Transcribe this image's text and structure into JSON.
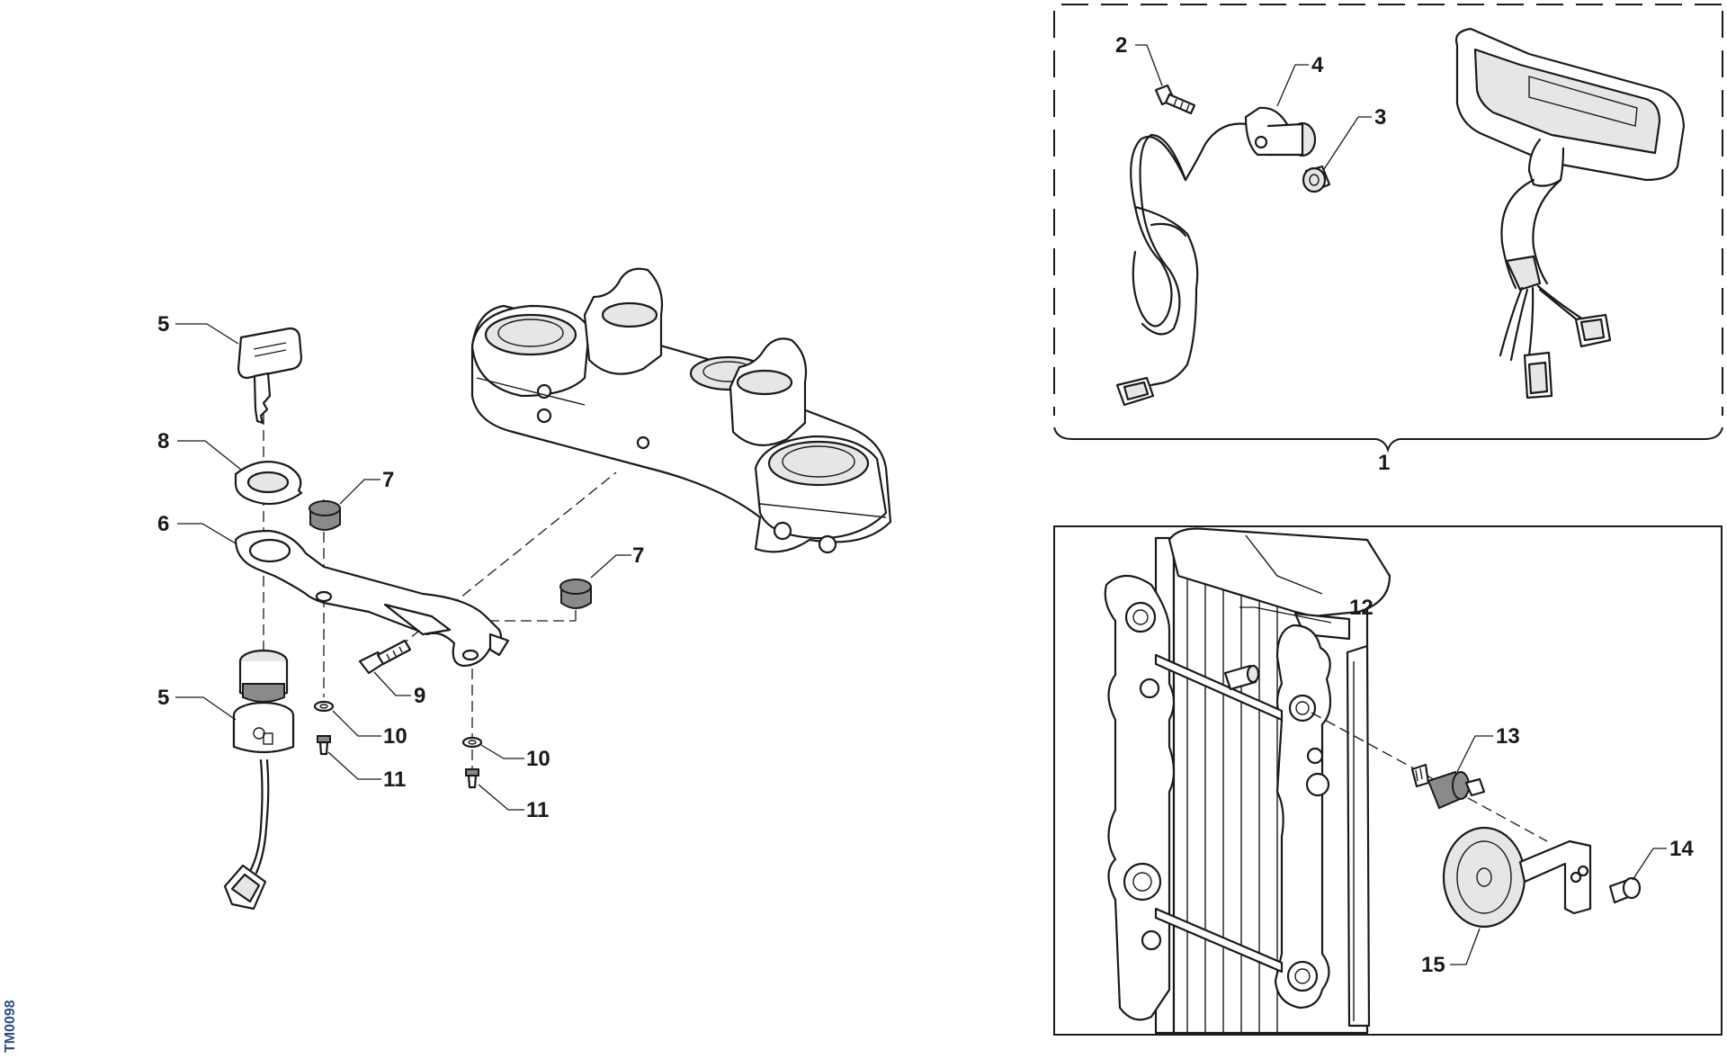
{
  "callouts": {
    "c1": "1",
    "c2": "2",
    "c3": "3",
    "c4": "4",
    "c5a": "5",
    "c5b": "5",
    "c6": "6",
    "c7a": "7",
    "c7b": "7",
    "c8": "8",
    "c9": "9",
    "c10a": "10",
    "c10b": "10",
    "c11a": "11",
    "c11b": "11",
    "c12": "12",
    "c13": "13",
    "c14": "14",
    "c15": "15"
  },
  "drawing_code": "TM0098",
  "colors": {
    "line": "#1a1a1a",
    "code_text": "#2a4f8a",
    "background": "#ffffff"
  }
}
